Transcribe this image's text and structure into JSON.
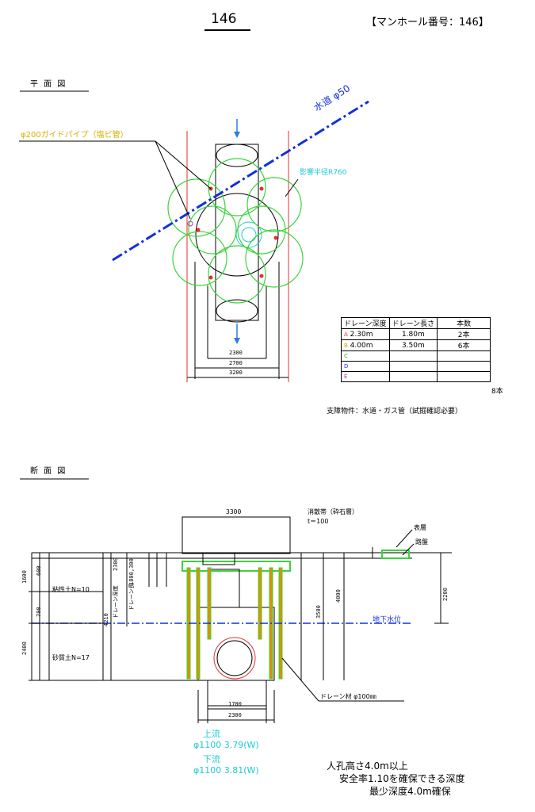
{
  "header": {
    "page_number": "146",
    "manhole_id": "【マンホール番号：146】"
  },
  "plan": {
    "section_title": "平 面 図",
    "water_pipe_label": "水道 φ50",
    "guide_pipe_label": "φ200ガイドパイプ（塩ビ管）",
    "influence_radius_label": "影響半径R760",
    "dims": [
      "2300",
      "2700",
      "3200"
    ]
  },
  "drain_table": {
    "headers": [
      "ドレーン深度",
      "ドレーン長さ",
      "本数"
    ],
    "rows": [
      {
        "key": "A",
        "depth": "2.30m",
        "length": "1.80m",
        "count": "2本",
        "color": "#e03030"
      },
      {
        "key": "B",
        "depth": "4.00m",
        "length": "3.50m",
        "count": "6本",
        "color": "#e0a000"
      },
      {
        "key": "C",
        "depth": "",
        "length": "",
        "count": "",
        "color": "#30b030"
      },
      {
        "key": "D",
        "depth": "",
        "length": "",
        "count": "",
        "color": "#3030e0"
      },
      {
        "key": "E",
        "depth": "",
        "length": "",
        "count": "",
        "color": "#c030c0"
      }
    ],
    "total": "8本"
  },
  "obstruction_note": "支障物件：水道・ガス管（試掘確認必要）",
  "section": {
    "section_title": "断 面 図",
    "top_width": "3300",
    "crushed_stone_label": "消散帯（砕石層）",
    "crushed_stone_thickness": "t＝100",
    "surface_label": "表層",
    "base_label": "路盤",
    "clay_label": "粘性土N=10",
    "sand_label": "砂質土N=17",
    "groundwater_label": "地下水位",
    "drain_material_label": "ドレーン材 φ100㎜",
    "left_dims": [
      "1600",
      "600",
      "700",
      "2400"
    ],
    "right_dim": "2200",
    "vertical_labels": [
      "ドレーン深度",
      "ドレーン長",
      "2300",
      "1800,300",
      "3500",
      "4000",
      "4210"
    ],
    "bottom_dims": [
      "1700",
      "2300"
    ],
    "upstream_label": "上流",
    "upstream_value": "φ1100 3.79(W)",
    "downstream_label": "下流",
    "downstream_value": "φ1100 3.81(W)",
    "notes": [
      "人孔高さ4.0m以上",
      "安全率1.10を確保できる深度",
      "最少深度4.0m確保"
    ]
  }
}
